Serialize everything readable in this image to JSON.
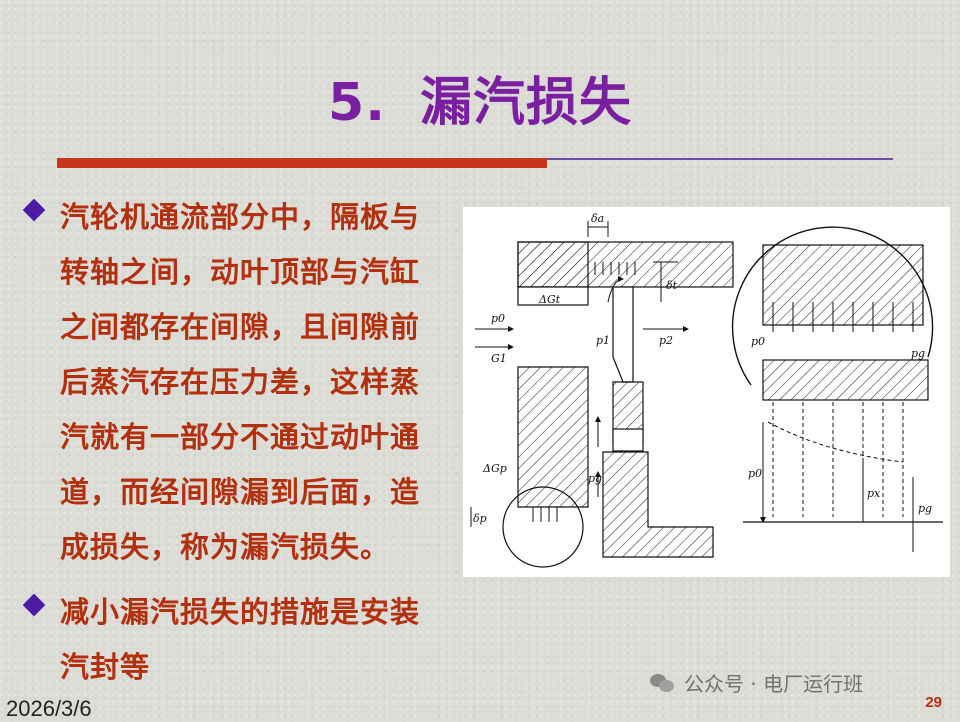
{
  "slide": {
    "title_number": "5.",
    "title_text": "漏汽损失",
    "bullets": [
      "汽轮机通流部分中，隔板与转轴之间，动叶顶部与汽缸之间都存在间隙，且间隙前后蒸汽存在压力差，这样蒸汽就有一部分不通过动叶通道，而经间隙漏到后面，造成损失，称为漏汽损失。",
      "减小漏汽损失的措施是安装汽封等"
    ],
    "date": "2026/3/6",
    "page_number": "29",
    "watermark": "公众号 · 电厂运行班"
  },
  "figure": {
    "labels": {
      "delta_a": "δa",
      "delta_t": "δt",
      "dG_t": "ΔGt",
      "p0": "p0",
      "p1": "p1",
      "p2": "p2",
      "G1": "G1",
      "dG_p": "ΔGp",
      "pg": "pg",
      "delta_p": "δp",
      "right_p0": "p0",
      "right_pg": "pg",
      "right_px": "px",
      "right_pg2": "pg",
      "right_p0_axis": "p0"
    }
  },
  "colors": {
    "title": "#7a1fa0",
    "body_text": "#b3300f",
    "bullet": "#4d1aa6",
    "rule": "#c8351c"
  }
}
